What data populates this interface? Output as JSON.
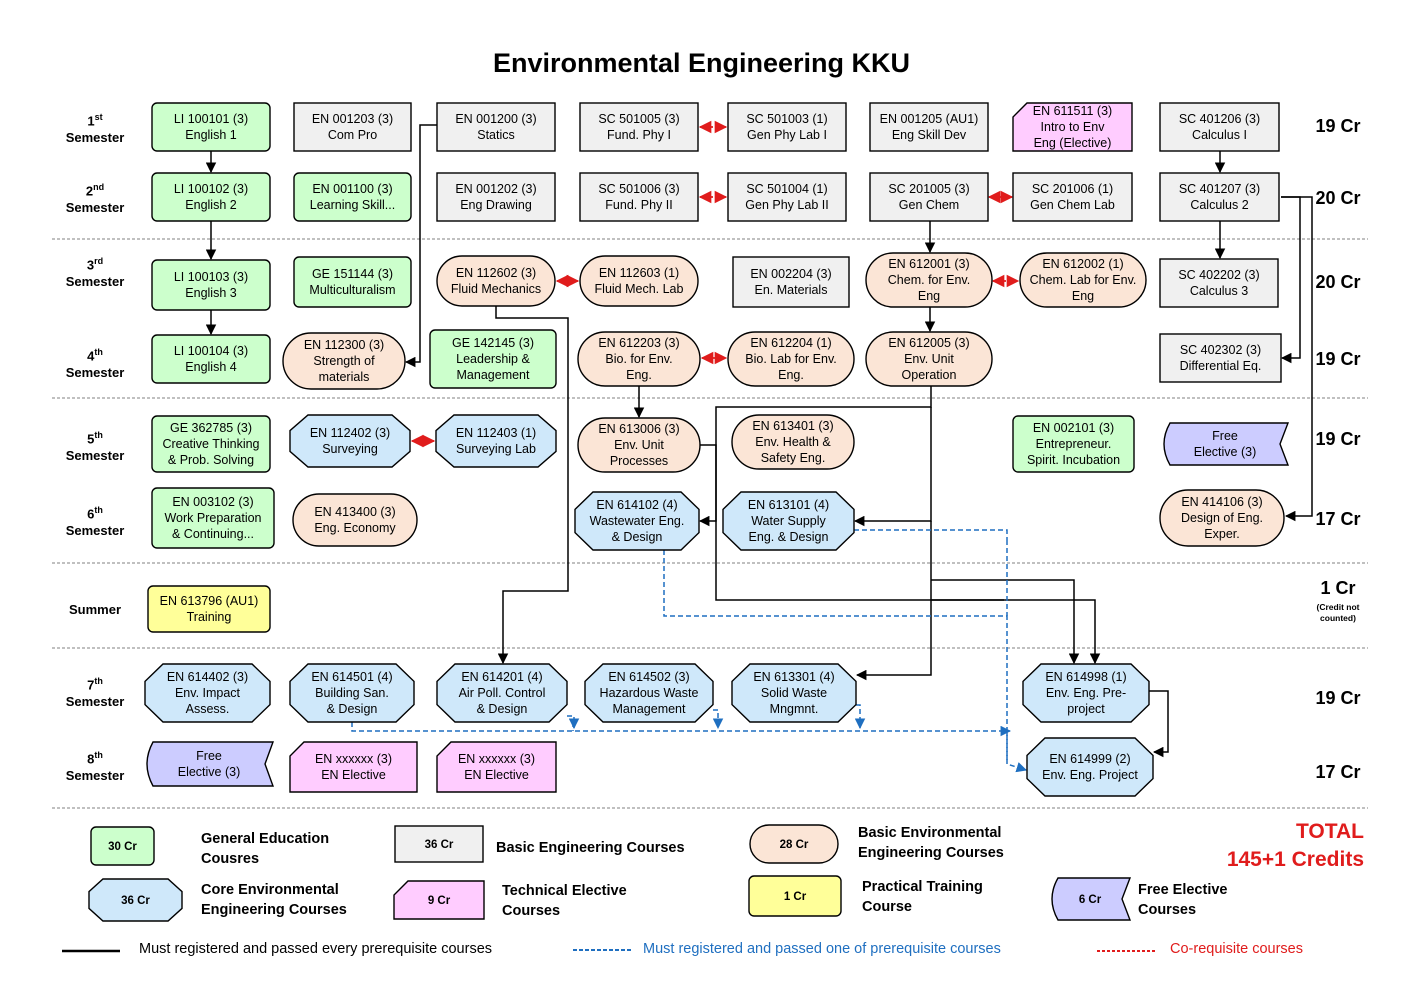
{
  "title": "Environmental Engineering KKU",
  "semesters": [
    {
      "ord": "1",
      "sup": "st",
      "word": "Semester"
    },
    {
      "ord": "2",
      "sup": "nd",
      "word": "Semester"
    },
    {
      "ord": "3",
      "sup": "rd",
      "word": "Semester"
    },
    {
      "ord": "4",
      "sup": "th",
      "word": "Semester"
    },
    {
      "ord": "5",
      "sup": "th",
      "word": "Semester"
    },
    {
      "ord": "6",
      "sup": "th",
      "word": "Semester"
    },
    {
      "ord": "",
      "sup": "",
      "word": "Summer"
    },
    {
      "ord": "7",
      "sup": "th",
      "word": "Semester"
    },
    {
      "ord": "8",
      "sup": "th",
      "word": "Semester"
    }
  ],
  "credits": [
    "19 Cr",
    "20 Cr",
    "20 Cr",
    "19 Cr",
    "19 Cr",
    "17 Cr",
    "1 Cr",
    "19 Cr",
    "17 Cr"
  ],
  "credit_note": "(Credit not counted)",
  "colors": {
    "general": "#ccffcc",
    "basic_eng": "#f0f0f0",
    "basic_env": "#fbe5d6",
    "core": "#cfe8fa",
    "tech_elective": "#ffccff",
    "training": "#ffff99",
    "free_elective": "#ccccff",
    "must_all": "#000000",
    "must_one": "#1f6fc0",
    "coreq": "#e01c1c"
  },
  "courses": [
    {
      "id": "li100101",
      "l1": "LI 100101 (3)",
      "l2": "English 1",
      "l3": ""
    },
    {
      "id": "en001203",
      "l1": "EN 001203 (3)",
      "l2": "Com Pro",
      "l3": ""
    },
    {
      "id": "en001200",
      "l1": "EN 001200 (3)",
      "l2": "Statics",
      "l3": ""
    },
    {
      "id": "sc501005",
      "l1": "SC 501005 (3)",
      "l2": "Fund. Phy I",
      "l3": ""
    },
    {
      "id": "sc501003",
      "l1": "SC 501003 (1)",
      "l2": "Gen Phy Lab I",
      "l3": ""
    },
    {
      "id": "en001205",
      "l1": "EN 001205 (AU1)",
      "l2": "Eng Skill Dev",
      "l3": ""
    },
    {
      "id": "en611511",
      "l1": "EN 611511 (3)",
      "l2": "Intro to Env",
      "l3": "Eng (Elective)"
    },
    {
      "id": "sc401206",
      "l1": "SC 401206 (3)",
      "l2": "Calculus I",
      "l3": ""
    },
    {
      "id": "li100102",
      "l1": "LI 100102 (3)",
      "l2": "English 2",
      "l3": ""
    },
    {
      "id": "en001100",
      "l1": "EN 001100 (3)",
      "l2": "Learning Skill...",
      "l3": ""
    },
    {
      "id": "en001202",
      "l1": "EN 001202 (3)",
      "l2": "Eng Drawing",
      "l3": ""
    },
    {
      "id": "sc501006",
      "l1": "SC 501006  (3)",
      "l2": "Fund. Phy II",
      "l3": ""
    },
    {
      "id": "sc501004",
      "l1": "SC 501004 (1)",
      "l2": "Gen Phy Lab II",
      "l3": ""
    },
    {
      "id": "sc201005",
      "l1": "SC 201005 (3)",
      "l2": "Gen Chem",
      "l3": ""
    },
    {
      "id": "sc201006",
      "l1": "SC 201006 (1)",
      "l2": "Gen Chem Lab",
      "l3": ""
    },
    {
      "id": "sc401207",
      "l1": "SC 401207 (3)",
      "l2": "Calculus 2",
      "l3": ""
    },
    {
      "id": "li100103",
      "l1": "LI 100103 (3)",
      "l2": "English 3",
      "l3": ""
    },
    {
      "id": "ge151144",
      "l1": "GE 151144 (3)",
      "l2": "Multiculturalism",
      "l3": ""
    },
    {
      "id": "en112602",
      "l1": "EN 112602 (3)",
      "l2": "Fluid Mechanics",
      "l3": ""
    },
    {
      "id": "en112603",
      "l1": "EN 112603 (1)",
      "l2": "Fluid Mech. Lab",
      "l3": ""
    },
    {
      "id": "en002204",
      "l1": "EN 002204 (3)",
      "l2": "En. Materials",
      "l3": ""
    },
    {
      "id": "en612001",
      "l1": "EN 612001 (3)",
      "l2": "Chem. for Env.",
      "l3": "Eng"
    },
    {
      "id": "en612002",
      "l1": "EN 612002 (1)",
      "l2": "Chem. Lab for Env.",
      "l3": "Eng"
    },
    {
      "id": "sc402202",
      "l1": "SC 402202 (3)",
      "l2": "Calculus 3",
      "l3": ""
    },
    {
      "id": "li100104",
      "l1": "LI 100104 (3)",
      "l2": "English 4",
      "l3": ""
    },
    {
      "id": "en112300",
      "l1": "EN 112300 (3)",
      "l2": "Strength of",
      "l3": "materials"
    },
    {
      "id": "ge142145",
      "l1": "GE 142145 (3)",
      "l2": "Leadership &",
      "l3": "Management"
    },
    {
      "id": "en612203",
      "l1": "EN 612203 (3)",
      "l2": "Bio. for Env.",
      "l3": "Eng."
    },
    {
      "id": "en612204",
      "l1": "EN 612204 (1)",
      "l2": "Bio. Lab for Env.",
      "l3": "Eng."
    },
    {
      "id": "en612005",
      "l1": "EN 612005 (3)",
      "l2": "Env. Unit",
      "l3": "Operation"
    },
    {
      "id": "sc402302",
      "l1": "SC 402302 (3)",
      "l2": "Differential Eq.",
      "l3": ""
    },
    {
      "id": "ge362785",
      "l1": "GE 362785 (3)",
      "l2": "Creative Thinking",
      "l3": "& Prob. Solving"
    },
    {
      "id": "en112402",
      "l1": "EN 112402 (3)",
      "l2": "Surveying",
      "l3": ""
    },
    {
      "id": "en112403",
      "l1": "EN 112403 (1)",
      "l2": "Surveying Lab",
      "l3": ""
    },
    {
      "id": "en613006",
      "l1": "EN 613006 (3)",
      "l2": "Env. Unit",
      "l3": "Processes"
    },
    {
      "id": "en613401",
      "l1": "EN 613401 (3)",
      "l2": "Env. Health &",
      "l3": "Safety Eng."
    },
    {
      "id": "en002101",
      "l1": "EN 002101 (3)",
      "l2": "Entrepreneur.",
      "l3": "Spirit. Incubation"
    },
    {
      "id": "free5",
      "l1": "Free",
      "l2": "Elective (3)",
      "l3": ""
    },
    {
      "id": "en003102",
      "l1": "EN 003102 (3)",
      "l2": "Work Preparation",
      "l3": "& Continuing..."
    },
    {
      "id": "en413400",
      "l1": "EN 413400 (3)",
      "l2": "Eng. Economy",
      "l3": ""
    },
    {
      "id": "en614102",
      "l1": "EN 614102 (4)",
      "l2": "Wastewater Eng.",
      "l3": "& Design"
    },
    {
      "id": "en613101",
      "l1": "EN 613101 (4)",
      "l2": "Water Supply",
      "l3": "Eng. & Design"
    },
    {
      "id": "en414106",
      "l1": "EN 414106 (3)",
      "l2": "Design of Eng.",
      "l3": "Exper."
    },
    {
      "id": "en613796",
      "l1": "EN 613796 (AU1)",
      "l2": "Training",
      "l3": ""
    },
    {
      "id": "en614402",
      "l1": "EN 614402 (3)",
      "l2": "Env. Impact",
      "l3": "Assess."
    },
    {
      "id": "en614501",
      "l1": "EN 614501 (4)",
      "l2": "Building San.",
      "l3": "& Design"
    },
    {
      "id": "en614201",
      "l1": "EN 614201 (4)",
      "l2": "Air Poll. Control",
      "l3": "& Design"
    },
    {
      "id": "en614502",
      "l1": "EN 614502 (3)",
      "l2": "Hazardous Waste",
      "l3": "Management"
    },
    {
      "id": "en613301",
      "l1": "EN 613301 (4)",
      "l2": "Solid Waste",
      "l3": "Mngmnt."
    },
    {
      "id": "en614998",
      "l1": "EN 614998 (1)",
      "l2": "Env. Eng. Pre-",
      "l3": "project"
    },
    {
      "id": "free8",
      "l1": "Free",
      "l2": "Elective (3)",
      "l3": ""
    },
    {
      "id": "enxx1",
      "l1": "EN xxxxxx (3)",
      "l2": "EN Elective",
      "l3": ""
    },
    {
      "id": "enxx2",
      "l1": "EN xxxxxx (3)",
      "l2": "EN Elective",
      "l3": ""
    },
    {
      "id": "en614999",
      "l1": "EN 614999 (2)",
      "l2": "Env. Eng. Project",
      "l3": ""
    }
  ],
  "legend": [
    {
      "shape_label": "30 Cr",
      "text1": "General Education",
      "text2": "Cousres",
      "color": "general"
    },
    {
      "shape_label": "36 Cr",
      "text1": "Basic Engineering Courses",
      "text2": "",
      "color": "basic_eng"
    },
    {
      "shape_label": "28 Cr",
      "text1": "Basic Environmental",
      "text2": "Engineering Courses",
      "color": "basic_env"
    },
    {
      "shape_label": "36 Cr",
      "text1": "Core Environmental",
      "text2": "Engineering Courses",
      "color": "core"
    },
    {
      "shape_label": "9 Cr",
      "text1": "Technical Elective",
      "text2": "Courses",
      "color": "tech_elective"
    },
    {
      "shape_label": "1 Cr",
      "text1": "Practical Training",
      "text2": "Course",
      "color": "training"
    },
    {
      "shape_label": "6 Cr",
      "text1": "Free Elective",
      "text2": "Courses",
      "color": "free_elective"
    }
  ],
  "total": {
    "line1": "TOTAL",
    "line2": "145+1 Credits"
  },
  "line_legend": {
    "must_all": "Must registered and passed every prerequisite courses",
    "must_one": "Must registered and passed one of prerequisite courses",
    "coreq": "Co-requisite courses"
  }
}
